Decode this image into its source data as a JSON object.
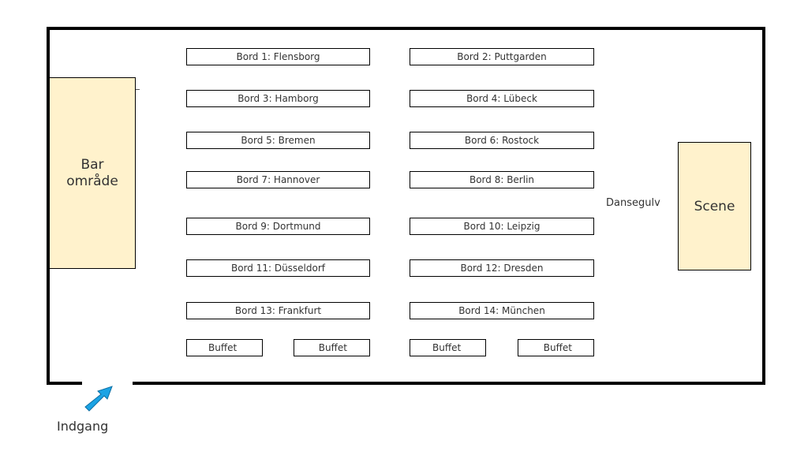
{
  "bar": {
    "line1": "Bar",
    "line2": "område"
  },
  "stage": {
    "label": "Scene"
  },
  "dance_floor": {
    "label": "Dansegulv"
  },
  "entrance": {
    "label": "Indgang",
    "arrow_color": "#1ba3e4",
    "arrow_icon": "arrow-up-right-icon"
  },
  "zone_color": "#fff2cc",
  "tables": [
    {
      "label": "Bord 1: Flensborg"
    },
    {
      "label": "Bord 2: Puttgarden"
    },
    {
      "label": "Bord 3: Hamborg"
    },
    {
      "label": "Bord 4: Lübeck"
    },
    {
      "label": "Bord 5: Bremen"
    },
    {
      "label": "Bord 6: Rostock"
    },
    {
      "label": "Bord 7: Hannover"
    },
    {
      "label": "Bord 8: Berlin"
    },
    {
      "label": "Bord 9: Dortmund"
    },
    {
      "label": "Bord 10: Leipzig"
    },
    {
      "label": "Bord 11: Düsseldorf"
    },
    {
      "label": "Bord 12: Dresden"
    },
    {
      "label": "Bord 13: Frankfurt"
    },
    {
      "label": "Bord 14: München"
    }
  ],
  "buffets": [
    {
      "label": "Buffet"
    },
    {
      "label": "Buffet"
    },
    {
      "label": "Buffet"
    },
    {
      "label": "Buffet"
    }
  ]
}
